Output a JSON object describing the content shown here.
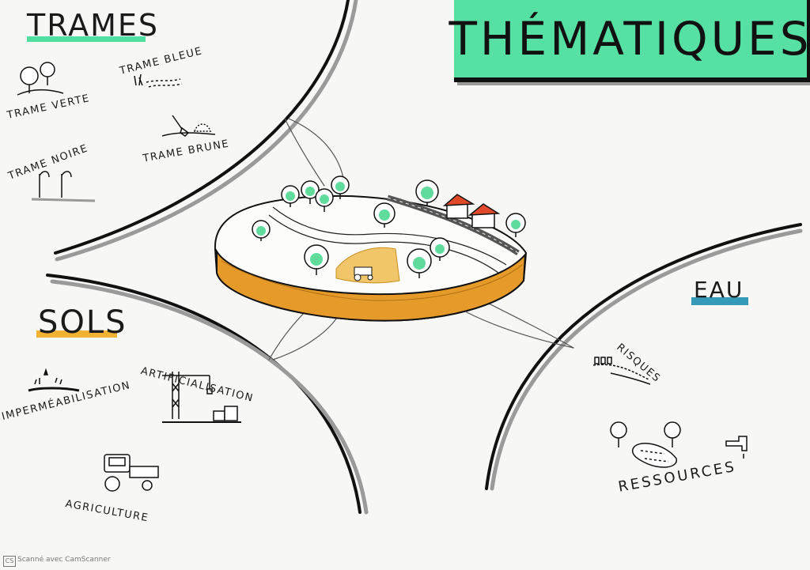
{
  "title": "THÉMATIQUES",
  "colors": {
    "title_bg": "#57e0a4",
    "trames_underline": "#3ddc97",
    "sols_underline": "#f0a81e",
    "eau_underline": "#1f8fb0",
    "soil_layer": "#e59a2a"
  },
  "trames": {
    "heading": "TRAMES",
    "items": [
      "TRAME VERTE",
      "TRAME BLEUE",
      "TRAME BRUNE",
      "TRAME NOIRE"
    ]
  },
  "sols": {
    "heading": "SOLS",
    "items": [
      "IMPERMÉABILISATION",
      "ARTIFICIALISATION",
      "AGRICULTURE"
    ]
  },
  "eau": {
    "heading": "EAU",
    "items": [
      "RISQUES",
      "RESSOURCES"
    ]
  },
  "footer": {
    "badge": "CS",
    "text": "Scanné avec CamScanner"
  },
  "icons": [
    "tree-icon",
    "reeds-icon",
    "shovel-icon",
    "streetlamp-icon",
    "crane-icon",
    "tractor-icon",
    "houses-icon",
    "tap-icon",
    "pond-icon"
  ]
}
